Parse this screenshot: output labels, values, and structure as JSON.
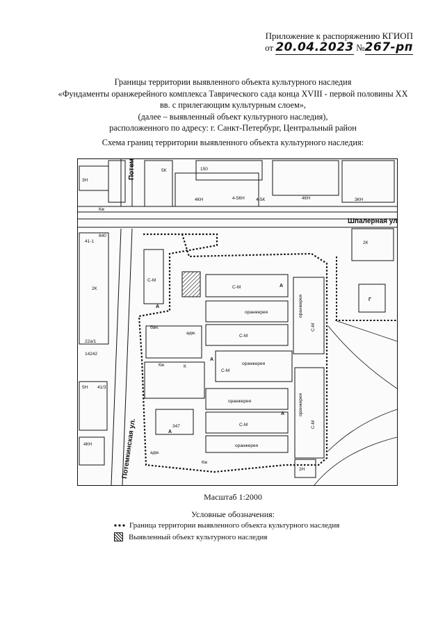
{
  "header": {
    "appendix": "Приложение к распоряжению КГИОП",
    "date_prefix": "от",
    "date": "20.04.2023",
    "number_prefix": "№",
    "number": "267-рп"
  },
  "title_lines": [
    "Границы территории выявленного объекта культурного наследия",
    "«Фундаменты оранжерейного комплекса Таврического сада конца XVIII - первой половины XX",
    "вв. с прилегающим культурным слоем»,",
    "(далее – выявленный объект культурного наследия),",
    "расположенного по адресу: г. Санкт-Петербург, Центральный район"
  ],
  "scheme_heading": "Схема границ территории выявленного объекта культурного наследия:",
  "map": {
    "streets": {
      "top": "Шпалерная ул.",
      "left": "Потемкинская ул.",
      "left_top": "Потемкинс"
    },
    "building_labels": {
      "greenhouse": "оранжерея",
      "cm": "С-М",
      "k": "К",
      "a": "А",
      "g": "Г",
      "kzh": "Кж",
      "adm": "адм.",
      "bath": "бан.",
      "n347": "347",
      "n840": "840",
      "n411": "41-1",
      "n150": "150",
      "n2k": "2К",
      "n3n": "3Н",
      "n4kn": "4КН",
      "n5n": "5Н",
      "n2n": "2Н",
      "n22a": "22а/1",
      "n41_3": "41/3",
      "n14242": "14242",
      "n5k": "5К",
      "n4_5kn": "4-5КН",
      "n4_5k": "4-5К",
      "n3kn": "3КН"
    }
  },
  "scale": "Масштаб 1:2000",
  "legend": {
    "title": "Условные обозначения:",
    "boundary": "Граница территории выявленного объекта культурного наследия",
    "object": "Выявленный объект культурного наследия"
  },
  "colors": {
    "ink": "#111111",
    "paper": "#ffffff"
  }
}
